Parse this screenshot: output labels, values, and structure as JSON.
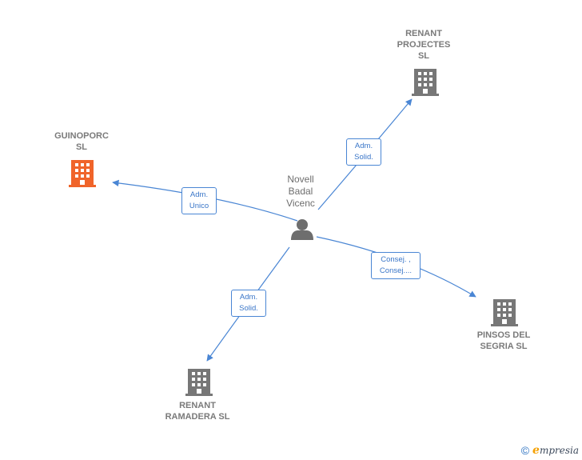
{
  "center": {
    "label": "Novell\nBadal\nVicenc"
  },
  "companies": [
    {
      "key": "guinoporc",
      "label": "GUINOPORC\nSL",
      "color": "#f0642a"
    },
    {
      "key": "renant-projectes",
      "label": "RENANT\nPROJECTES\nSL",
      "color": "#777777"
    },
    {
      "key": "pinsos",
      "label": "PINSOS DEL\nSEGRIA SL",
      "color": "#777777"
    },
    {
      "key": "renant-ramadera",
      "label": "RENANT\nRAMADERA  SL",
      "color": "#777777"
    }
  ],
  "edges": [
    {
      "label": "Adm.\nUnico"
    },
    {
      "label": "Adm.\nSolid."
    },
    {
      "label": "Consej. ,\nConsej...."
    },
    {
      "label": "Adm.\nSolid."
    }
  ],
  "footer": {
    "copyright": "©",
    "brand_first": "e",
    "brand_rest": "mpresia"
  },
  "colors": {
    "edge": "#4a86d4",
    "label": "#7a7a7a"
  }
}
